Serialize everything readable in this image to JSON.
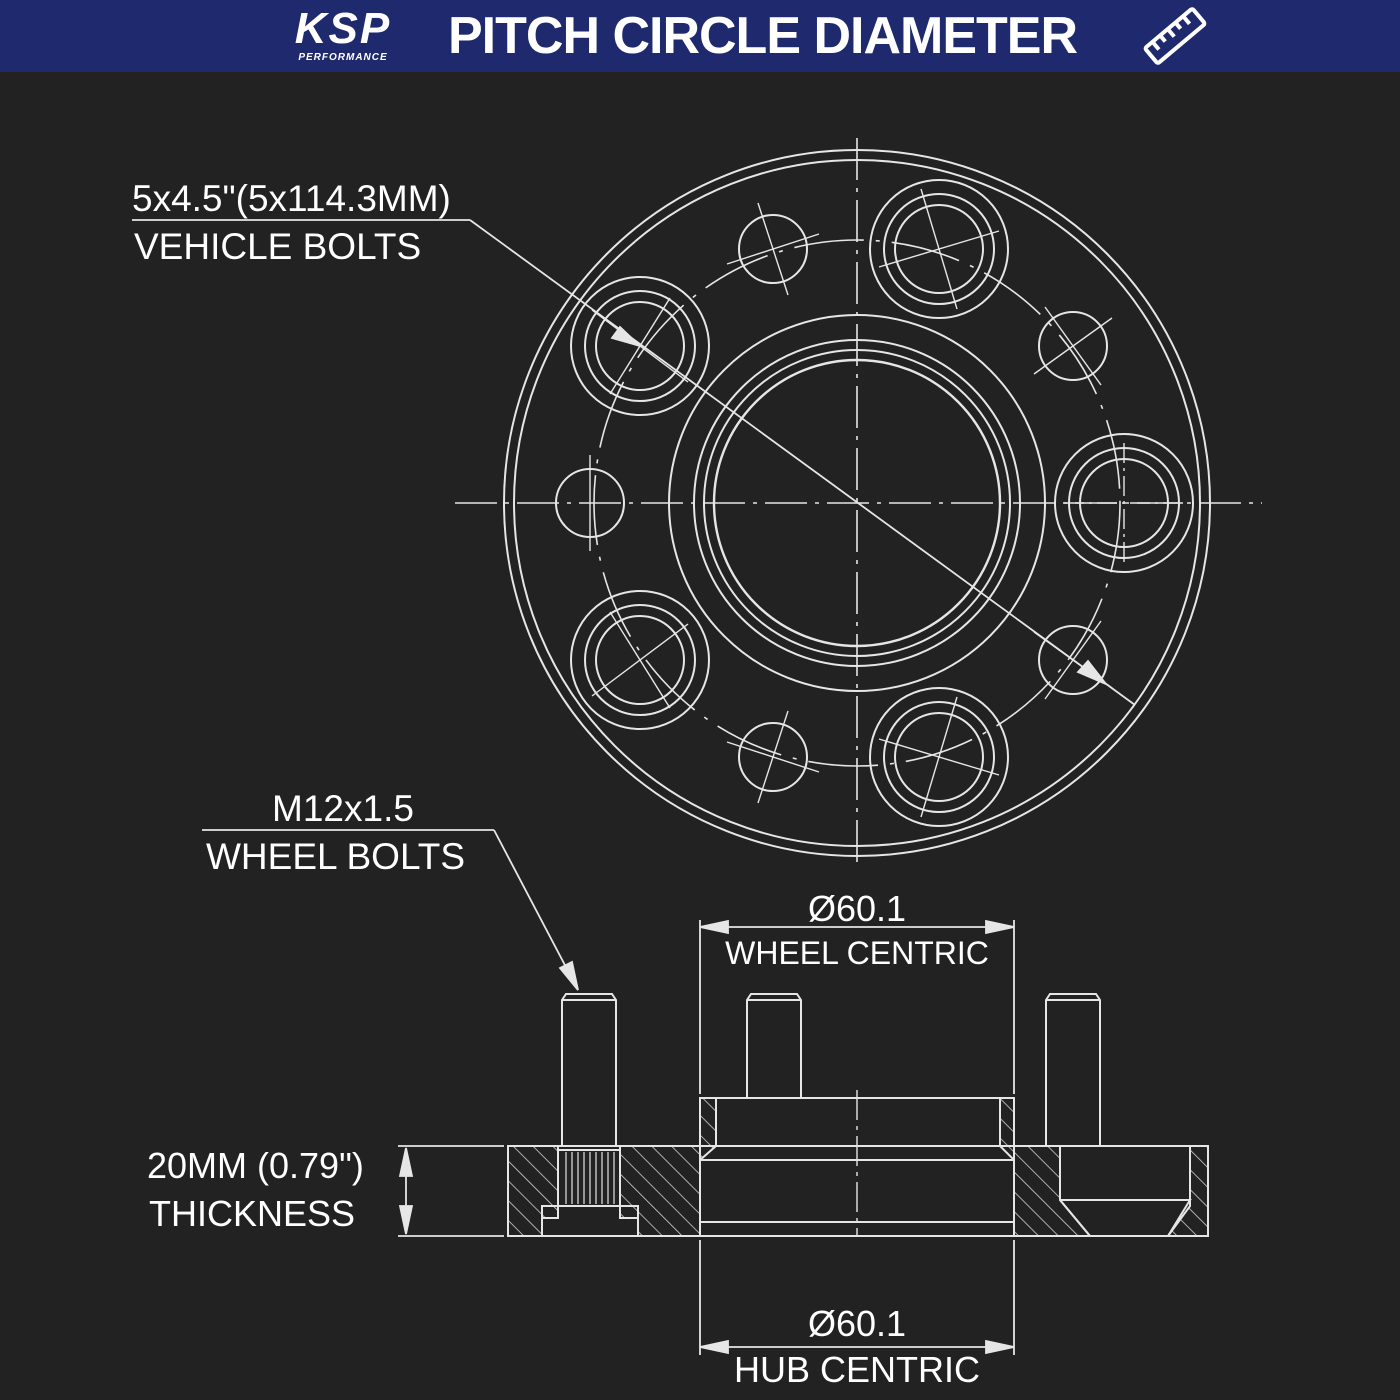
{
  "header": {
    "logo_text": "KSP",
    "logo_subtext": "PERFORMANCE",
    "title": "PITCH CIRCLE DIAMETER",
    "icon": "ruler-icon",
    "background_color": "#1f2a6e"
  },
  "labels": {
    "vehicle_bolt_spec": "5x4.5\"(5x114.3MM)",
    "vehicle_bolts": "VEHICLE BOLTS",
    "wheel_bolt_spec": "M12x1.5",
    "wheel_bolts": "WHEEL BOLTS",
    "wheel_centric_dim": "Ø60.1",
    "wheel_centric": "WHEEL CENTRIC",
    "thickness_dim": "20MM (0.79\")",
    "thickness": "THICKNESS",
    "hub_centric_dim": "Ø60.1",
    "hub_centric": "HUB CENTRIC"
  },
  "colors": {
    "background": "#222222",
    "line": "#ffffff"
  }
}
